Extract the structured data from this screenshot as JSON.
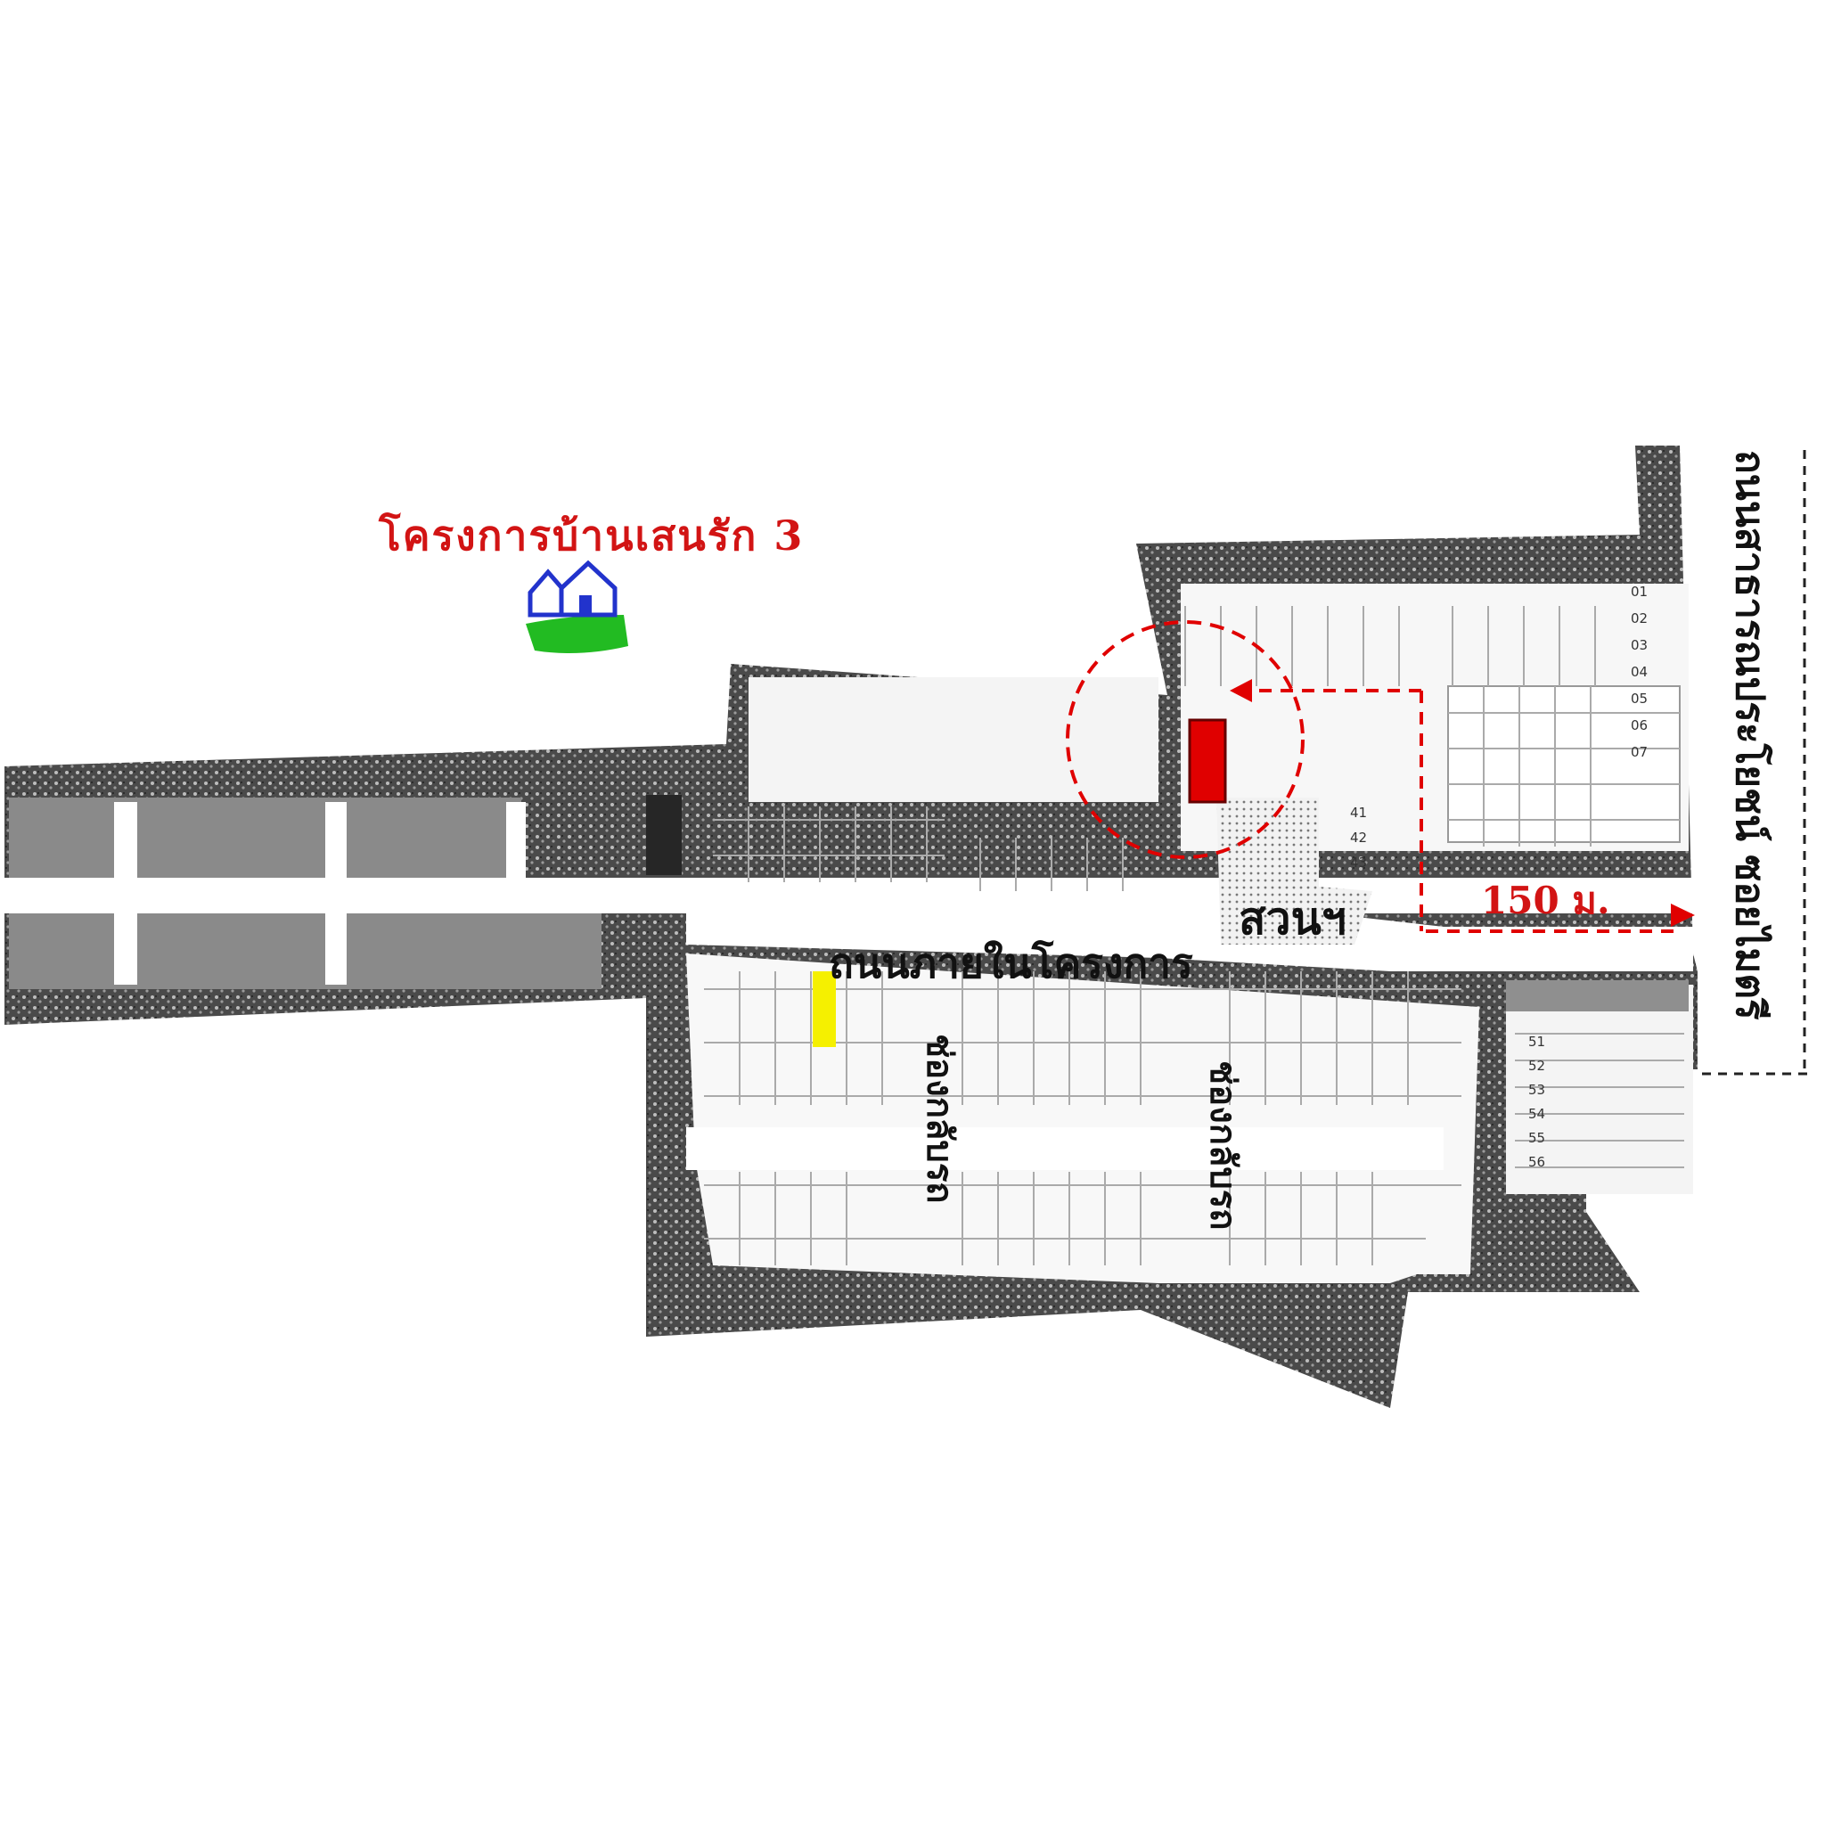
{
  "map": {
    "title": "โครงการบ้านเสนรัก 3",
    "main_road_label": "ถนนสาธารณประโยชน์ ซอยไมตรี",
    "internal_road_label": "ถนนภายในโครงการ",
    "parking_lane_label": "ช่องกลับรถ",
    "parking_lane_label_2": "ช่องกลับรถ",
    "park_label": "สวนฯ",
    "distance_label": "150 ม.",
    "plot_numbers": [
      "01",
      "02",
      "03",
      "04",
      "05",
      "06",
      "07"
    ],
    "plot_numbers_lower": [
      "51",
      "52",
      "53",
      "54",
      "55",
      "56"
    ],
    "plot_numbers_mid": [
      "41",
      "42",
      "43"
    ],
    "colors": {
      "accent_red": "#e00000",
      "highlight_yellow": "#f5f000",
      "land_pattern": "#5a5a5a",
      "house_logo_blue": "#2233cc",
      "house_logo_green": "#22bb22"
    },
    "icons": [
      "house-logo-icon",
      "target-circle-icon",
      "arrow-left-icon",
      "arrow-right-icon"
    ]
  }
}
